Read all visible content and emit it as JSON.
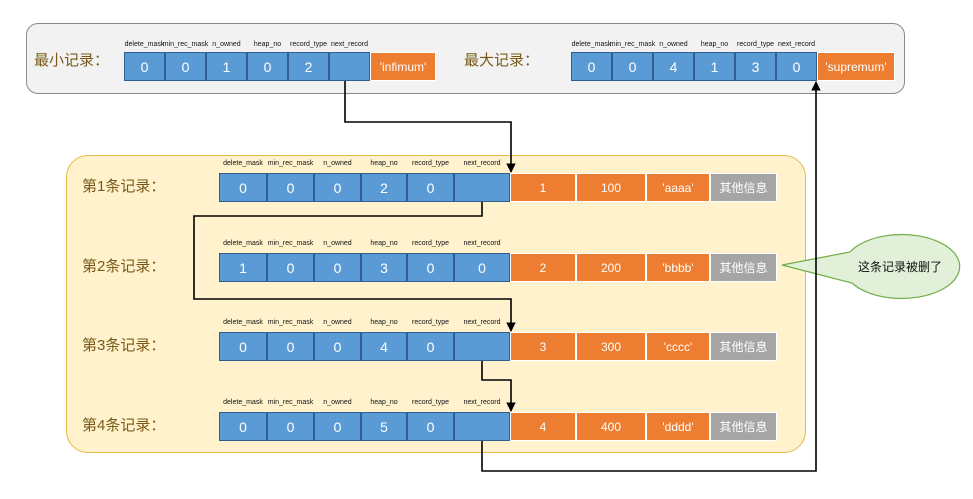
{
  "field_headers": [
    "delete_mask",
    "min_rec_mask",
    "n_owned",
    "heap_no",
    "record_type",
    "next_record"
  ],
  "min_record": {
    "label": "最小记录：",
    "fields": [
      "0",
      "0",
      "1",
      "0",
      "2",
      ""
    ],
    "data": "'infimum'"
  },
  "max_record": {
    "label": "最大记录：",
    "fields": [
      "0",
      "0",
      "4",
      "1",
      "3",
      "0"
    ],
    "data": "'supremum'"
  },
  "records": [
    {
      "label": "第1条记录：",
      "fields": [
        "0",
        "0",
        "0",
        "2",
        "0",
        ""
      ],
      "data": [
        "1",
        "100",
        "'aaaa'"
      ],
      "other": "其他信息"
    },
    {
      "label": "第2条记录：",
      "fields": [
        "1",
        "0",
        "0",
        "3",
        "0",
        "0"
      ],
      "data": [
        "2",
        "200",
        "'bbbb'"
      ],
      "other": "其他信息"
    },
    {
      "label": "第3条记录：",
      "fields": [
        "0",
        "0",
        "0",
        "4",
        "0",
        ""
      ],
      "data": [
        "3",
        "300",
        "'cccc'"
      ],
      "other": "其他信息"
    },
    {
      "label": "第4条记录：",
      "fields": [
        "0",
        "0",
        "0",
        "5",
        "0",
        ""
      ],
      "data": [
        "4",
        "400",
        "'dddd'"
      ],
      "other": "其他信息"
    }
  ],
  "callout": "这条记录被删了",
  "colors": {
    "header_cell": "#5b9bd5",
    "data_cell": "#ed7d31",
    "other_cell": "#a5a5a5",
    "records_panel": "#fff2cc",
    "top_panel": "#f2f2f2",
    "callout_fill": "#e2f0d9",
    "callout_border": "#70ad47"
  }
}
